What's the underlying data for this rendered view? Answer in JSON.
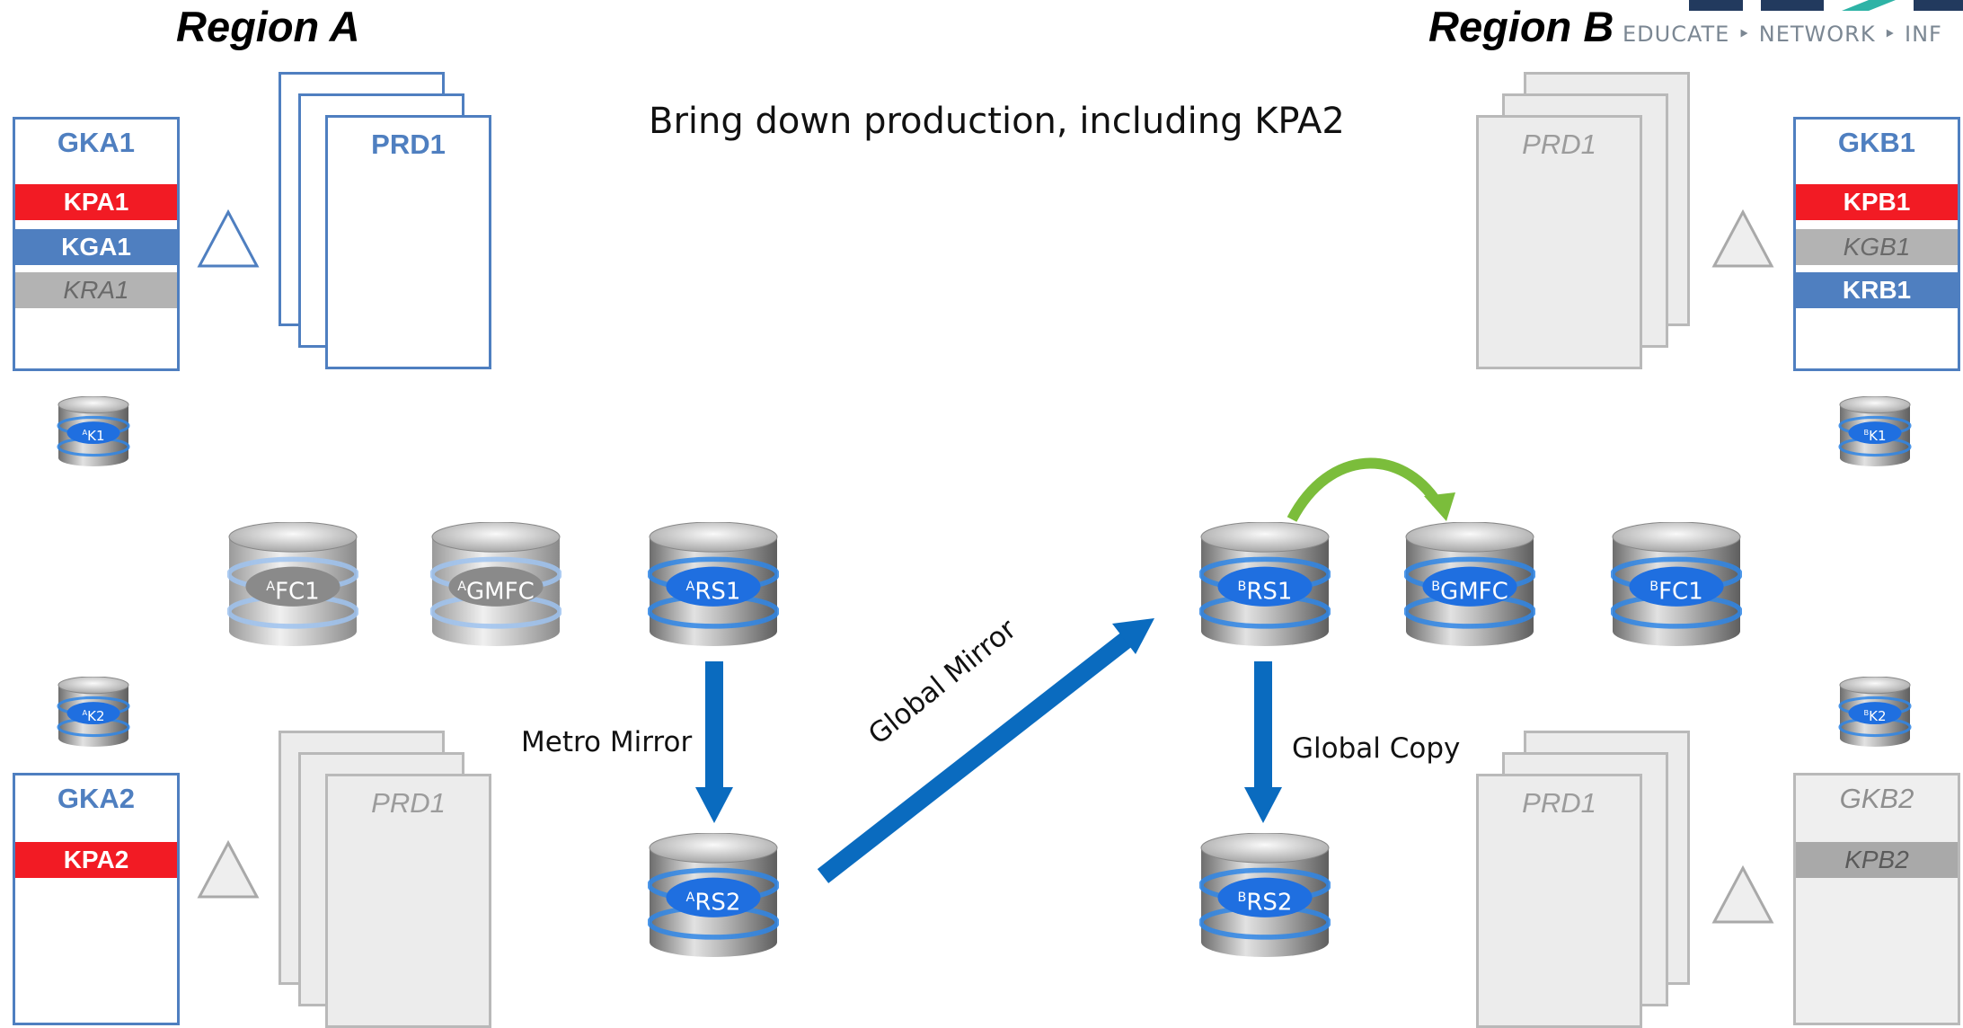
{
  "header": {
    "region_a": "Region A",
    "region_b": "Region B",
    "headline": "Bring down production, including KPA2",
    "logo_tagline": "EDUCATE ‣ NETWORK ‣ INF"
  },
  "region_a": {
    "gka1": {
      "title": "GKA1",
      "rows": [
        "KPA1",
        "KGA1",
        "KRA1"
      ]
    },
    "gka2": {
      "title": "GKA2",
      "rows": [
        "KPA2"
      ]
    },
    "prd_top": "PRD1",
    "prd_bottom": "PRD1",
    "k1": "K1",
    "k1_sup": "A",
    "k2": "K2",
    "k2_sup": "A",
    "fc1": "FC1",
    "fc1_sup": "A",
    "gmfc": "GMFC",
    "gmfc_sup": "A",
    "rs1": "RS1",
    "rs1_sup": "A",
    "rs2": "RS2",
    "rs2_sup": "A"
  },
  "region_b": {
    "gkb1": {
      "title": "GKB1",
      "rows": [
        "KPB1",
        "KGB1",
        "KRB1"
      ]
    },
    "gkb2": {
      "title": "GKB2",
      "rows": [
        "KPB2"
      ]
    },
    "prd_top": "PRD1",
    "prd_bottom": "PRD1",
    "k1": "K1",
    "k1_sup": "B",
    "k2": "K2",
    "k2_sup": "B",
    "rs1": "RS1",
    "rs1_sup": "B",
    "gmfc": "GMFC",
    "gmfc_sup": "B",
    "fc1": "FC1",
    "fc1_sup": "B",
    "rs2": "RS2",
    "rs2_sup": "B"
  },
  "links": {
    "metro_mirror": "Metro Mirror",
    "global_mirror": "Global Mirror",
    "global_copy": "Global Copy"
  },
  "colors": {
    "blue": "#4f7fc0",
    "red": "#f21b24",
    "grey": "#b3b3b3",
    "arrow_blue": "#0a6bbf",
    "arrow_green": "#7bbd3b"
  }
}
